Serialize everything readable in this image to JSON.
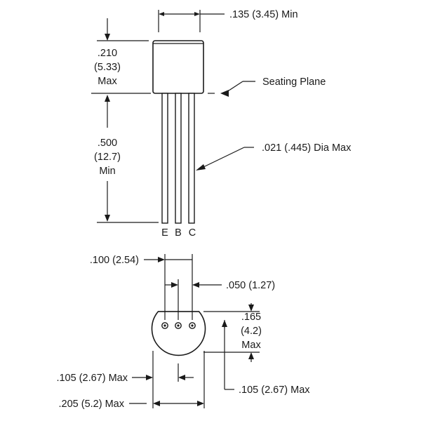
{
  "side_view": {
    "body_width_label": ".135 (3.45) Min",
    "body_height_label": [
      ".210",
      "(5.33)",
      "Max"
    ],
    "seating_plane_label": "Seating Plane",
    "lead_length_label": [
      ".500",
      "(12.7)",
      "Min"
    ],
    "lead_dia_label": ".021 (.445) Dia Max",
    "pin_labels": [
      "E",
      "B",
      "C"
    ]
  },
  "bottom_view": {
    "pitch_label": ".100 (2.54)",
    "half_pitch_label": ".050 (1.27)",
    "flat_depth_label": [
      ".165",
      "(4.2)",
      "Max"
    ],
    "offset_left_label": ".105 (2.67) Max",
    "offset_right_label": ".105 (2.67) Max",
    "diameter_label": ".205 (5.2) Max"
  }
}
